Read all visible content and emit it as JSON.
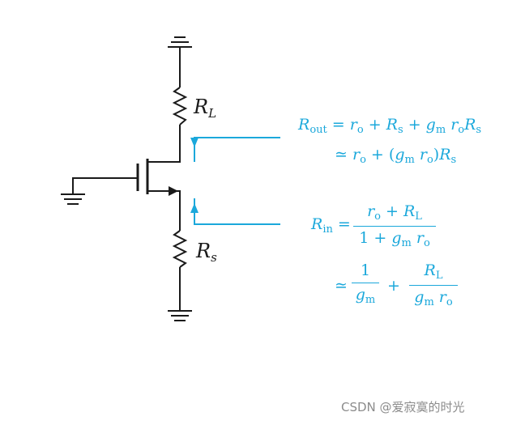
{
  "labels": {
    "rl_main": "R",
    "rl_sub": "L",
    "rs_main": "R",
    "rs_sub": "s"
  },
  "equations": {
    "rout_line1": {
      "lhs_main": "R",
      "lhs_sub": "out",
      "eq": " = ",
      "t1": "r",
      "t1_sub": "o",
      "plus1": " + ",
      "t2": "R",
      "t2_sub": "s",
      "plus2": " + ",
      "t3a": "g",
      "t3a_sub": "m",
      "t3b": " r",
      "t3b_sub": "o",
      "t3c": "R",
      "t3c_sub": "s"
    },
    "rout_line2": {
      "approx": "≃ ",
      "t1": "r",
      "t1_sub": "o",
      "plus": " + (",
      "g": "g",
      "g_sub": "m",
      "r": " r",
      "r_sub": "o",
      "close": ")",
      "R": "R",
      "R_sub": "s"
    },
    "rin_line1": {
      "lhs_main": "R",
      "lhs_sub": "in",
      "eq": " = ",
      "num_t1": "r",
      "num_t1_sub": "o",
      "num_plus": " + ",
      "num_t2": "R",
      "num_t2_sub": "L",
      "den_one": "1",
      "den_plus": " + ",
      "den_g": "g",
      "den_g_sub": "m",
      "den_r": " r",
      "den_r_sub": "o"
    },
    "rin_line2": {
      "approx": "≃",
      "f1_num": "1",
      "f1_den": "g",
      "f1_den_sub": "m",
      "plus": "+",
      "f2_num": "R",
      "f2_num_sub": "L",
      "f2_den_g": "g",
      "f2_den_g_sub": "m",
      "f2_den_r": " r",
      "f2_den_r_sub": "o"
    }
  },
  "watermark": "CSDN @爱寂寞的时光",
  "colors": {
    "ink": "#1a1a1a",
    "accent": "#1ba8db",
    "watermark": "#8c8c8c"
  }
}
